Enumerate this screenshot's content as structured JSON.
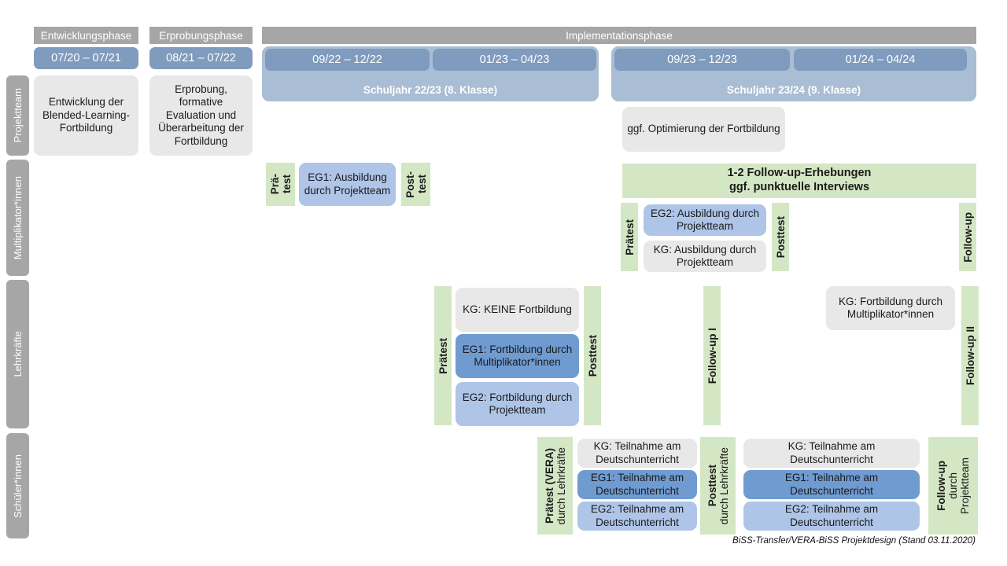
{
  "title": "BiSS-Transfer / VERA-BiSS Projektdesign",
  "colors": {
    "grey_bar": "#a6a6a6",
    "date_chip": "#7f9bbd",
    "schoolyear": "#a9bdd4",
    "box_grey": "#e8e8e8",
    "eg1_blue": "#6f9bd1",
    "eg2_blue": "#aec5e8",
    "green_strip": "#d4e7c5"
  },
  "phases": [
    {
      "name": "Entwicklungsphase"
    },
    {
      "name": "Erprobungsphase"
    },
    {
      "name": "Implementationsphase"
    }
  ],
  "date_chips": [
    {
      "label": "07/20 – 07/21"
    },
    {
      "label": "08/21 – 07/22"
    },
    {
      "label": "09/22 – 12/22"
    },
    {
      "label": "01/23 – 04/23"
    },
    {
      "label": "09/23 – 12/23"
    },
    {
      "label": "01/24 – 04/24"
    }
  ],
  "school_years": [
    {
      "label": "Schuljahr 22/23 (8. Klasse)"
    },
    {
      "label": "Schuljahr 23/24 (9. Klasse)"
    }
  ],
  "rails": [
    {
      "label": "Projektteam"
    },
    {
      "label": "Multiplikator*innen"
    },
    {
      "label": "Lehrkräfte"
    },
    {
      "label": "Schüler*innen"
    }
  ],
  "projektteam": {
    "entwicklung": "Entwicklung der Blended-Learning-Fortbildung",
    "erprobung": "Erprobung, formative Evaluation und Überarbeitung der Fortbildung",
    "optimierung": "ggf. Optimierung der Fortbildung"
  },
  "multiplikator": {
    "praetest_line1": "Prä-",
    "praetest_line2": "test",
    "posttest_line1": "Post-",
    "posttest_line2": "test",
    "eg1": "EG1: Ausbildung durch Projektteam",
    "followup_banner_line1": "1-2 Follow-up-Erhebungen",
    "followup_banner_line2": "ggf. punktuelle Interviews",
    "praetest2": "Prätest",
    "posttest2": "Posttest",
    "eg2": "EG2: Ausbildung durch Projektteam",
    "kg": "KG: Ausbildung durch Projektteam",
    "followup": "Follow-up"
  },
  "lehrkraefte": {
    "praetest": "Prätest",
    "posttest": "Posttest",
    "kg_keine": "KG:  KEINE Fortbildung",
    "eg1": "EG1: Fortbildung durch Multiplikator*innen",
    "eg2": "EG2: Fortbildung durch Projektteam",
    "followup1": "Follow-up I",
    "followup2": "Follow-up II",
    "kg_fortbildung": "KG: Fortbildung durch Multiplikator*innen"
  },
  "schueler": {
    "praetest_bold": "Prätest (VERA)",
    "praetest_reg": "durch Lehrkräfte",
    "posttest_bold": "Posttest",
    "posttest_reg": "durch Lehrkräfte",
    "followup_bold": "Follow-up",
    "followup_reg1": "durch",
    "followup_reg2": "Projektteam",
    "left_group": [
      {
        "label": "KG: Teilnahme am Deutschunterricht",
        "style": "grey"
      },
      {
        "label": "EG1: Teilnahme am Deutschunterricht",
        "style": "bluedark"
      },
      {
        "label": "EG2: Teilnahme am Deutschunterricht",
        "style": "bluelight"
      }
    ],
    "right_group": [
      {
        "label": "KG: Teilnahme am Deutschunterricht",
        "style": "grey"
      },
      {
        "label": "EG1: Teilnahme am Deutschunterricht",
        "style": "bluedark"
      },
      {
        "label": "EG2: Teilnahme am Deutschunterricht",
        "style": "bluelight"
      }
    ]
  },
  "footer": "BiSS-Transfer/VERA-BiSS Projektdesign (Stand 03.11.2020)"
}
